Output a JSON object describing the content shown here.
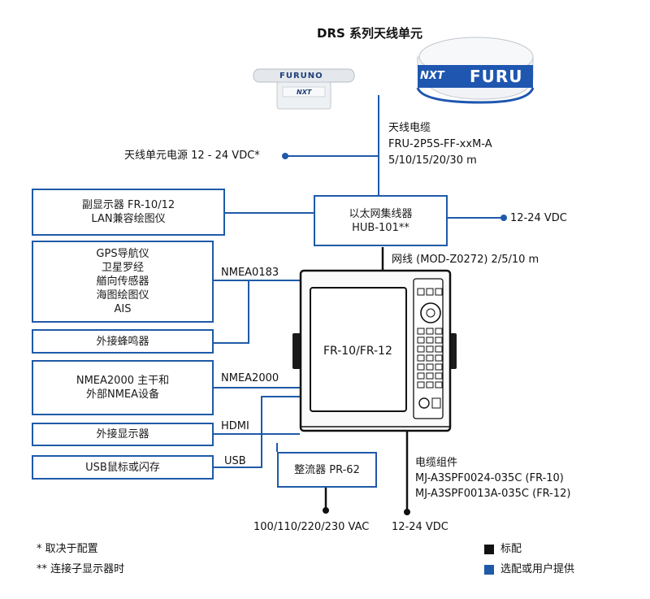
{
  "title": "DRS 系列天线单元",
  "antenna": {
    "logo_open": "FURUNO",
    "logo_dome": "FURU",
    "nxt_mark": "NXT",
    "cable_label": [
      "天线电缆",
      "FRU-2P5S-FF-xxM-A",
      "5/10/15/20/30 m"
    ],
    "power_label": "天线单元电源 12 - 24 VDC*"
  },
  "hub": {
    "lines": [
      "以太网集线器",
      "HUB-101**"
    ],
    "power_label": "12-24 VDC"
  },
  "lan_cable_label": "网线 (MOD-Z0272) 2/5/10 m",
  "display_label": "FR-10/FR-12",
  "left_boxes": {
    "sub_display": [
      "副显示器 FR-10/12",
      "LAN兼容绘图仪"
    ],
    "nmea0183_devices": [
      "GPS导航仪",
      "卫星罗经",
      "艏向传感器",
      "海图绘图仪",
      "AIS"
    ],
    "buzzer": "外接蜂鸣器",
    "nmea2000_devices": [
      "NMEA2000 主干和",
      "外部NMEA设备"
    ],
    "ext_display": "外接显示器",
    "usb_device": "USB鼠标或闪存"
  },
  "connectors": {
    "nmea0183": "NMEA0183",
    "nmea2000": "NMEA2000",
    "hdmi": "HDMI",
    "usb": "USB"
  },
  "rectifier": "整流器 PR-62",
  "cable_kit": [
    "电缆组件",
    "MJ-A3SPF0024-035C (FR-10)",
    "MJ-A3SPF0013A-035C (FR-12)"
  ],
  "power_ac": "100/110/220/230 VAC",
  "power_dc": "12-24 VDC",
  "notes": [
    "* 取决于配置",
    "** 连接子显示器时"
  ],
  "legend": {
    "standard": "标配",
    "optional": "选配或用户提供"
  },
  "colors": {
    "blue": "#1f5aa8",
    "black": "#111111"
  }
}
